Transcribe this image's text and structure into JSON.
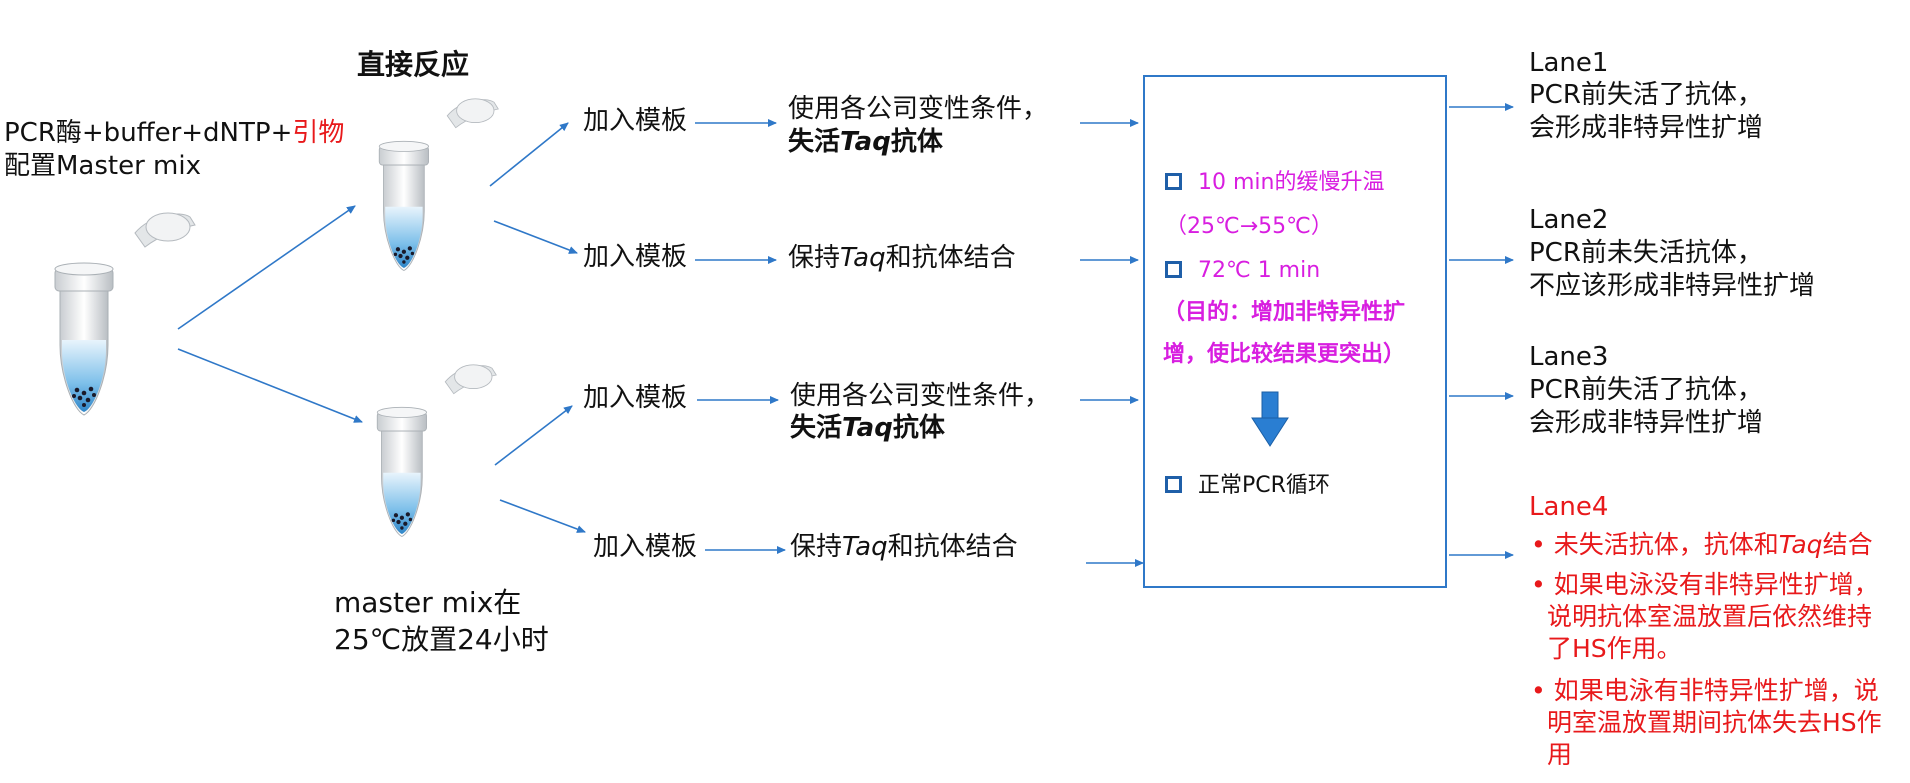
{
  "left": {
    "line1_prefix": "PCR酶+buffer+dNTP+",
    "line1_highlight": "引物",
    "line2": "配置Master  mix"
  },
  "top_title": "直接反应",
  "bottom_caption": {
    "line1": "master  mix在",
    "line2": "25℃放置24小时"
  },
  "steps": {
    "add_template": "加入模板",
    "denature_line1": "使用各公司变性条件，",
    "inactivate_prefix": "失活",
    "taq": "Taq",
    "antibody_suffix": "抗体",
    "keep_prefix": "保持",
    "bind_suffix": "和抗体结合"
  },
  "box": {
    "item1": "10  min的缓慢升温",
    "item1_sub": "（25℃→55℃）",
    "item2": "72℃  1  min",
    "purpose_line1": "（目的：增加非特异性扩",
    "purpose_line2": "增，使比较结果更突出）",
    "item3": "正常PCR循环"
  },
  "lanes": {
    "lane1": {
      "title": "Lane1",
      "line1": "PCR前失活了抗体，",
      "line2": "会形成非特异性扩增"
    },
    "lane2": {
      "title": "Lane2",
      "line1": "PCR前未失活抗体，",
      "line2": "不应该形成非特异性扩增"
    },
    "lane3": {
      "title": "Lane3",
      "line1": "PCR前失活了抗体，",
      "line2": "会形成非特异性扩增"
    },
    "lane4": {
      "title": "Lane4",
      "b1_prefix": "未失活抗体，抗体和",
      "b1_taq": "Taq",
      "b1_suffix": "结合",
      "b2_l1": "如果电泳没有非特异性扩增，",
      "b2_l2": "说明抗体室温放置后依然维持",
      "b2_l3": "了HS作用。",
      "b3_l1": "如果电泳有非特异性扩增，说",
      "b3_l2": "明室温放置期间抗体失去HS作",
      "b3_l3": "用"
    }
  },
  "colors": {
    "arrow": "#2f78c8",
    "red": "#e8191b",
    "magenta": "#d81ee0",
    "box_border": "#2f78c8"
  }
}
